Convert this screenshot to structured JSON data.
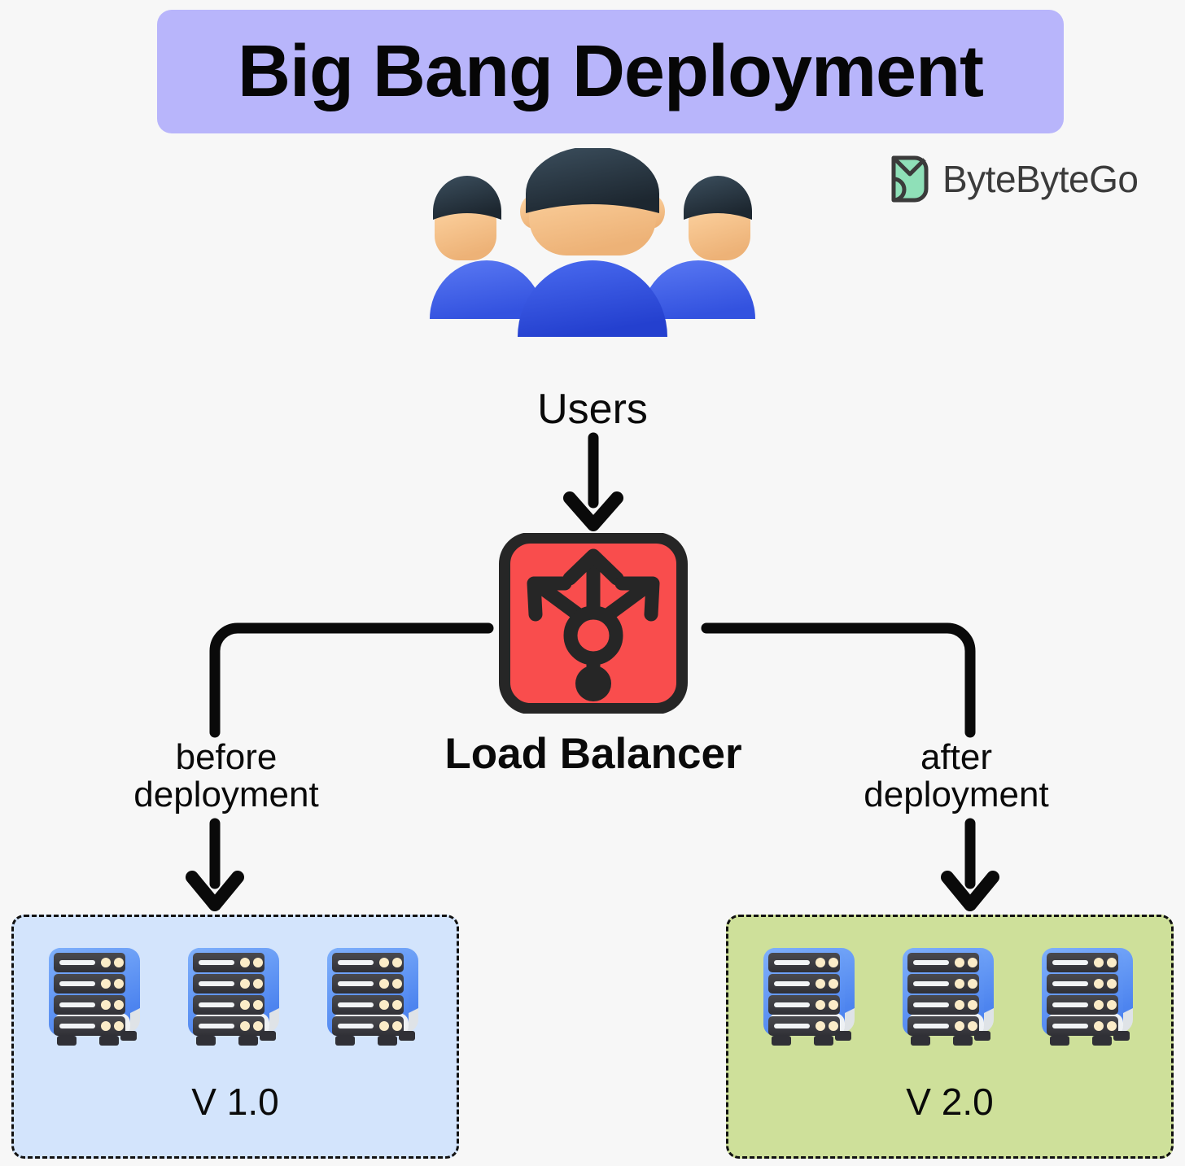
{
  "page": {
    "background_color": "#f7f7f7"
  },
  "title": {
    "text": "Big Bang Deployment",
    "banner_color": "#b8b5fb",
    "text_color": "#060606"
  },
  "brand": {
    "name": "ByteByteGo",
    "mark_color": "#8fe0b8",
    "text_color": "#3b3b3b"
  },
  "users": {
    "label": "Users",
    "count_depicted": 3,
    "shirt_color": "#2f55e0",
    "hair_color": "#2b3a47",
    "skin_color": "#f5c58f"
  },
  "load_balancer": {
    "label": "Load Balancer",
    "tile_color": "#f94d4d",
    "outline_color": "#262626"
  },
  "edges": {
    "users_to_lb": "",
    "before": "before\ndeployment",
    "after": "after\ndeployment",
    "line_color": "#0a0a0a"
  },
  "environments": [
    {
      "id": "v1",
      "label": "V 1.0",
      "background_color": "#d3e4fc",
      "border_style": "dashed",
      "border_color": "#111111",
      "server_count": 3,
      "state": "before deployment"
    },
    {
      "id": "v2",
      "label": "V 2.0",
      "background_color": "#cee09a",
      "border_style": "dashed",
      "border_color": "#111111",
      "server_count": 3,
      "state": "after deployment"
    }
  ],
  "icons": {
    "users": "users-group-icon",
    "load_balancer": "load-balancer-icon",
    "server": "server-rack-icon",
    "logo_mark": "bytebytego-logo-icon",
    "arrow_down": "arrow-down-icon"
  }
}
